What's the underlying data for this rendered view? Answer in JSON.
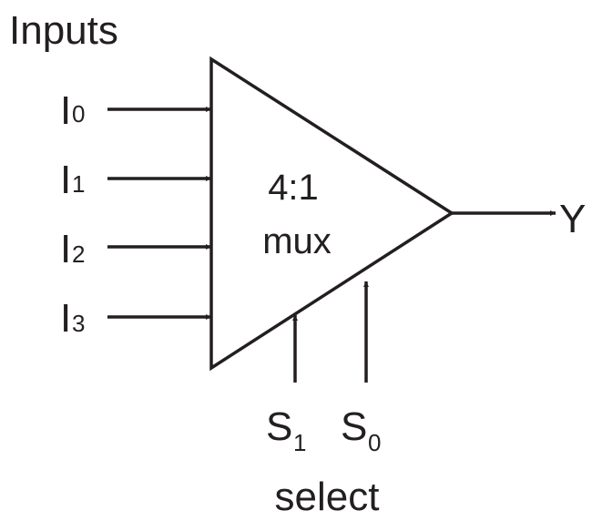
{
  "title": "Inputs",
  "inputs": [
    {
      "base": "I",
      "sub": "0"
    },
    {
      "base": "I",
      "sub": "1"
    },
    {
      "base": "I",
      "sub": "2"
    },
    {
      "base": "I",
      "sub": "3"
    }
  ],
  "block": {
    "ratio": "4:1",
    "name": "mux"
  },
  "output": "Y",
  "selects": [
    {
      "base": "S",
      "sub": "1"
    },
    {
      "base": "S",
      "sub": "0"
    }
  ],
  "select_label": "select",
  "colors": {
    "stroke": "#231f20",
    "background": "#ffffff"
  }
}
